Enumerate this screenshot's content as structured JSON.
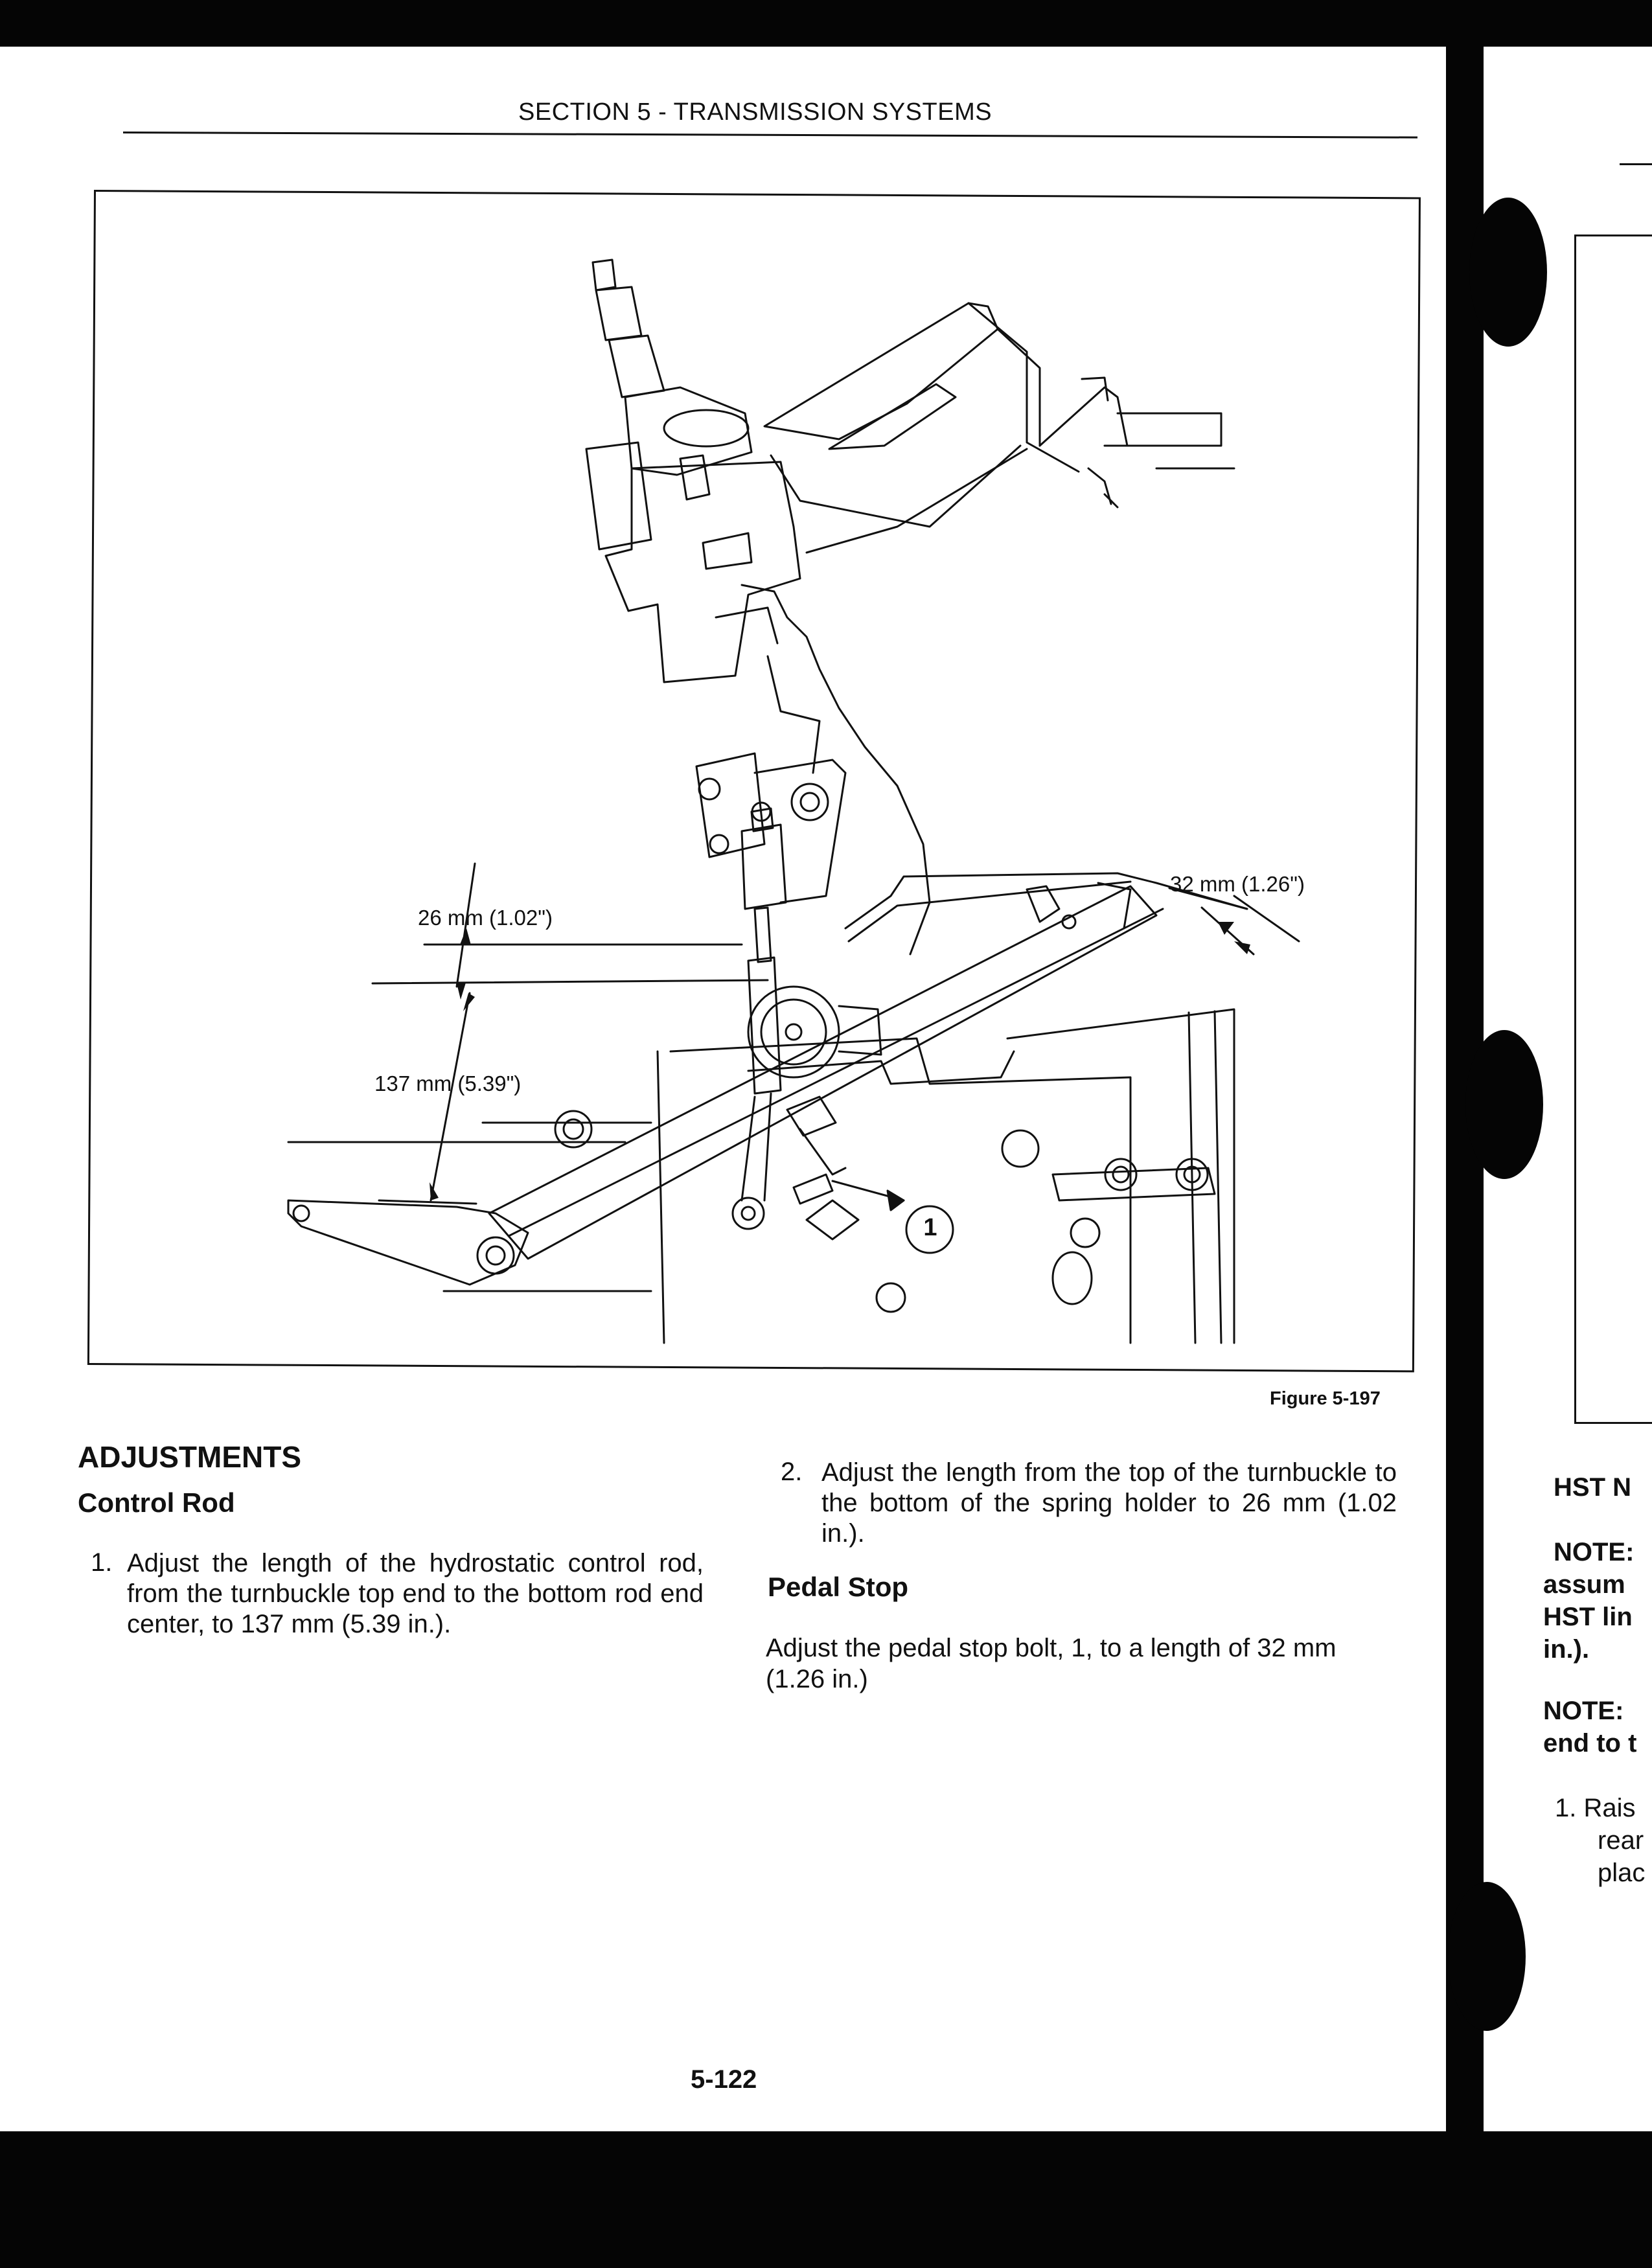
{
  "header": {
    "section_title": "SECTION 5 - TRANSMISSION SYSTEMS"
  },
  "figure": {
    "callouts": {
      "dim_26": "26 mm (1.02\")",
      "dim_137": "137 mm (5.39\")",
      "dim_32": "32 mm (1.26\")",
      "item_1": "1"
    },
    "caption": "Figure 5-197"
  },
  "content": {
    "heading": "ADJUSTMENTS",
    "subheading_control_rod": "Control Rod",
    "step1_num": "1.",
    "step1_text": "Adjust the length of the hydrostatic control rod, from the turnbuckle top end to the bottom rod end center, to 137 mm (5.39 in.).",
    "step2_num": "2.",
    "step2_text": "Adjust the length from the top of the turnbuckle to the bottom of the spring holder to 26 mm (1.02 in.).",
    "subheading_pedal_stop": "Pedal Stop",
    "pedal_stop_text": "Adjust the pedal stop bolt, 1, to a length of 32 mm (1.26 in.)"
  },
  "footer": {
    "page_number": "5-122"
  },
  "facing_page": {
    "line1": "HST N",
    "line2": "NOTE:",
    "line3": "assum",
    "line4": "HST lin",
    "line5": "in.).",
    "line6": "NOTE:",
    "line7": "end to t",
    "line8": "1.  Rais",
    "line9": "rear",
    "line10": "plac"
  }
}
